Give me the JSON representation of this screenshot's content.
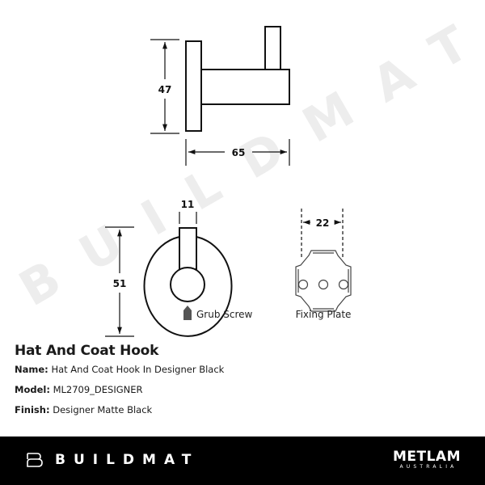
{
  "watermark": {
    "text": "BUILDMAT",
    "color": "#ececec"
  },
  "diagram": {
    "side_view": {
      "height_label": "47",
      "width_label": "65"
    },
    "front_view": {
      "width_label": "11",
      "height_label": "51",
      "callout": "Grub Screw"
    },
    "fixing_plate": {
      "width_label": "22",
      "caption": "Fixing Plate"
    }
  },
  "product": {
    "title": "Hat And Coat Hook",
    "specs": [
      {
        "label": "Name:",
        "value": "Hat And Coat Hook In Designer Black"
      },
      {
        "label": "Model:",
        "value": "ML2709_DESIGNER"
      },
      {
        "label": "Finish:",
        "value": "Designer Matte Black"
      }
    ]
  },
  "footer": {
    "brand": "BUILDMAT",
    "partner_name": "METLAM",
    "partner_sub": "AUSTRALIA",
    "background": "#000000"
  }
}
